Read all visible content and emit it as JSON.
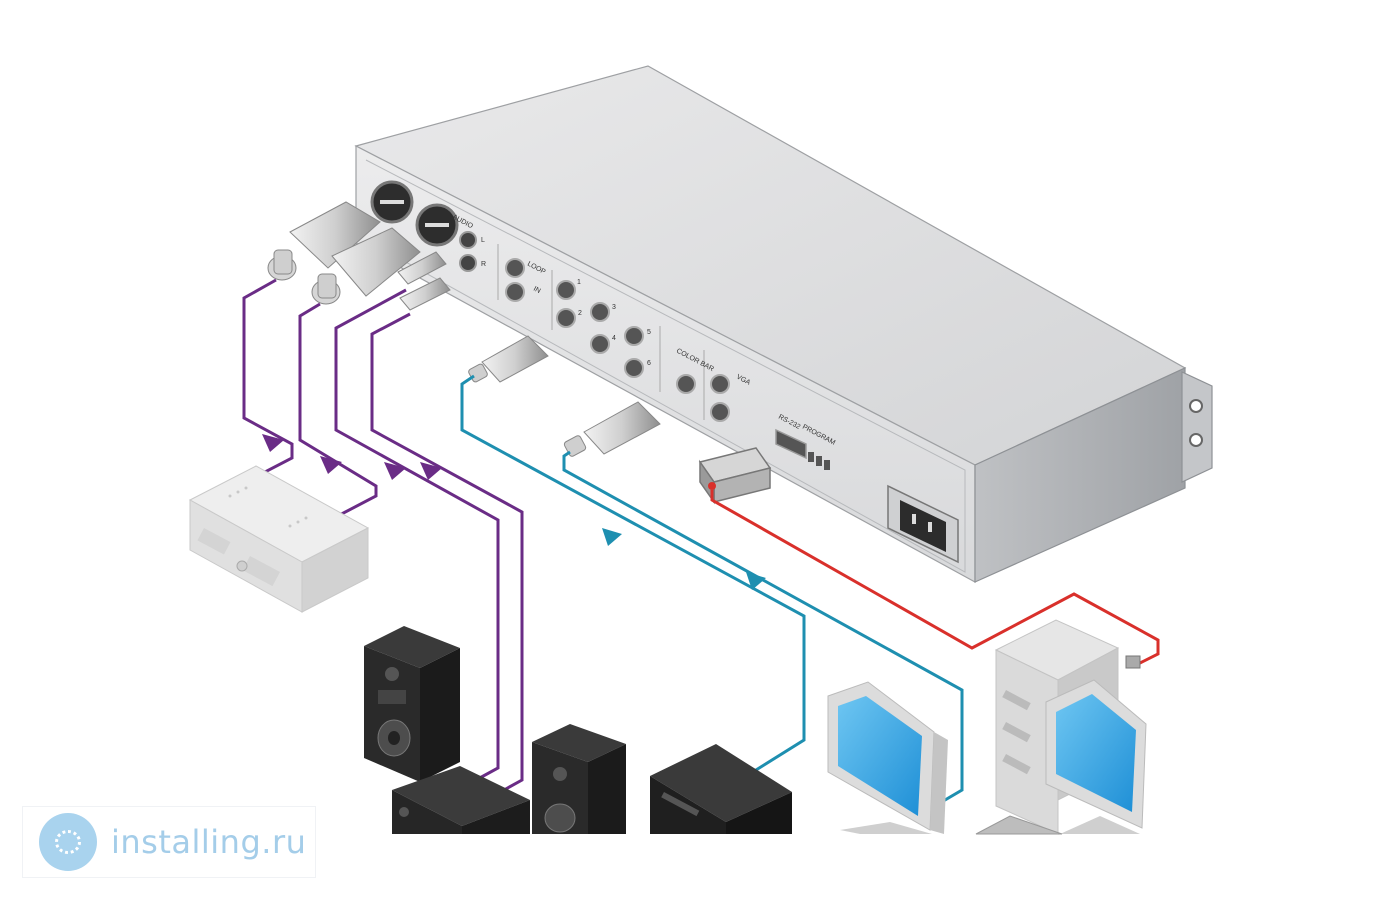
{
  "device": {
    "labels": {
      "audio": "AUDIO",
      "loop": "LOOP",
      "in": "IN",
      "color_bar": "COLOR BAR",
      "rs232": "RS-232",
      "program": "PROGRAM",
      "vga": "VGA",
      "input_numbers": [
        "1",
        "2",
        "3",
        "4",
        "5",
        "6"
      ],
      "audio_channels": [
        "L",
        "R"
      ]
    }
  },
  "cables": {
    "audio_color": "#6a2c86",
    "video_color": "#1e8fb0",
    "vga_color": "#d9302b"
  },
  "devices": {
    "icons": [
      "amplifier-icon",
      "speaker-icon",
      "speaker-icon",
      "receiver-icon",
      "dvd-player-icon",
      "monitor-icon",
      "computer-tower-icon",
      "monitor-icon",
      "keyboard-icon"
    ]
  },
  "watermark": {
    "text": "installing.ru",
    "logo": "installing-logo-icon"
  }
}
